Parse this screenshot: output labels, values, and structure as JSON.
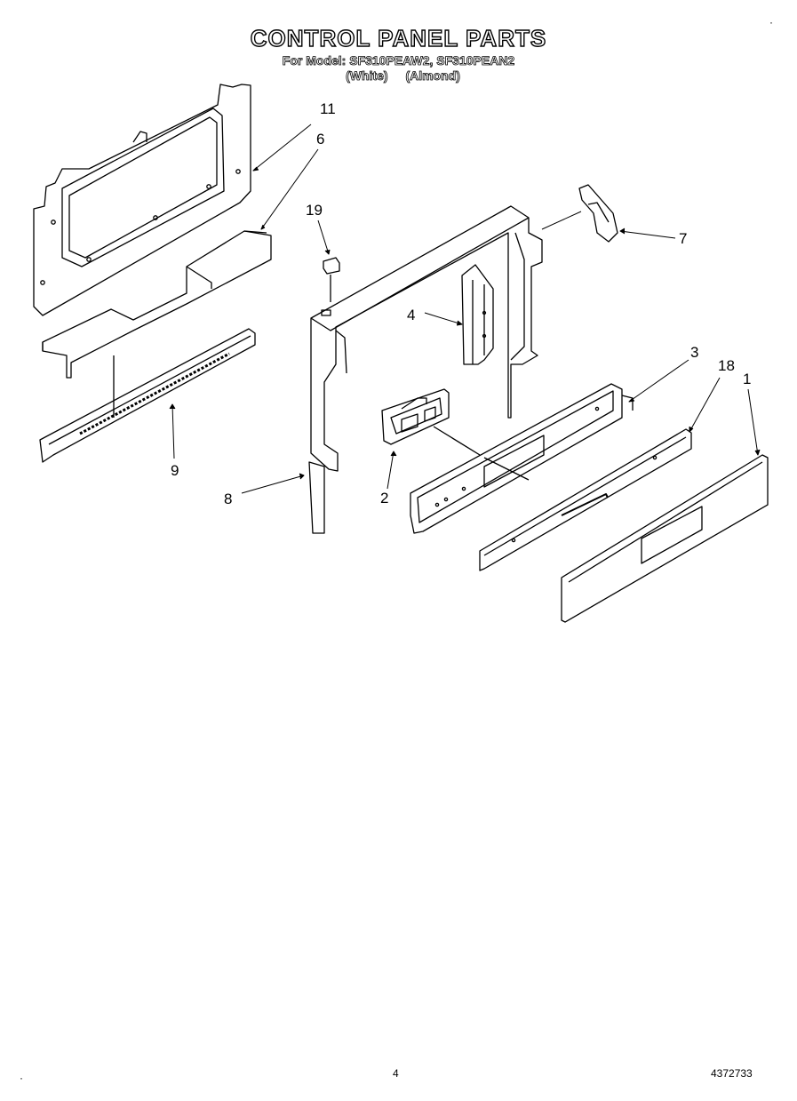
{
  "header": {
    "title": "CONTROL PANEL PARTS",
    "models_line": "For Model: SF310PEAW2, SF310PEAN2",
    "color_white": "(White)",
    "color_almond": "(Almond)"
  },
  "callouts": [
    {
      "id": "11"
    },
    {
      "id": "6"
    },
    {
      "id": "19"
    },
    {
      "id": "7"
    },
    {
      "id": "4"
    },
    {
      "id": "3"
    },
    {
      "id": "18"
    },
    {
      "id": "1"
    },
    {
      "id": "9"
    },
    {
      "id": "2"
    },
    {
      "id": "8"
    }
  ],
  "footer": {
    "page_number": "4",
    "doc_number": "4372733"
  }
}
